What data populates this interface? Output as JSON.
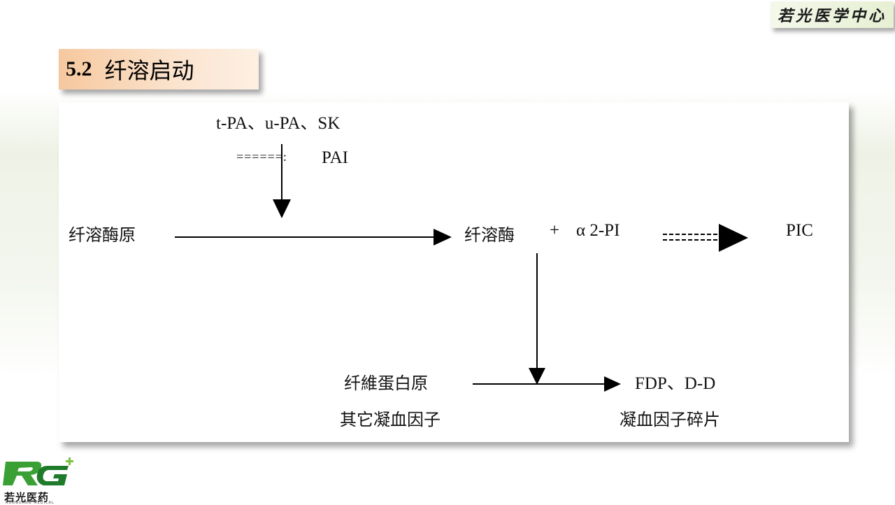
{
  "header": {
    "brand_tag": "若光医学中心"
  },
  "section": {
    "number": "5.2",
    "title": "纤溶启动"
  },
  "diagram": {
    "activators": "t-PA、u-PA、SK",
    "inhibitor_marker": "======:",
    "inhibitor": "PAI",
    "plasminogen": "纤溶酶原",
    "plasmin": "纤溶酶",
    "plus": "+",
    "antiplasmin": "α 2-PI",
    "complex_marker": "======",
    "complex": "PIC",
    "substrate_line1": "纤維蛋白原",
    "substrate_line2": "其它凝血因子",
    "product_line1": "FDP、D-D",
    "product_line2": "凝血因子碎片"
  },
  "logo": {
    "text": "若光医药",
    "subtext": "RUOGUANG MEDICAL",
    "colors": {
      "green": "#3aa035",
      "dark_green": "#1f7a2a",
      "accent": "#7cc242"
    }
  }
}
